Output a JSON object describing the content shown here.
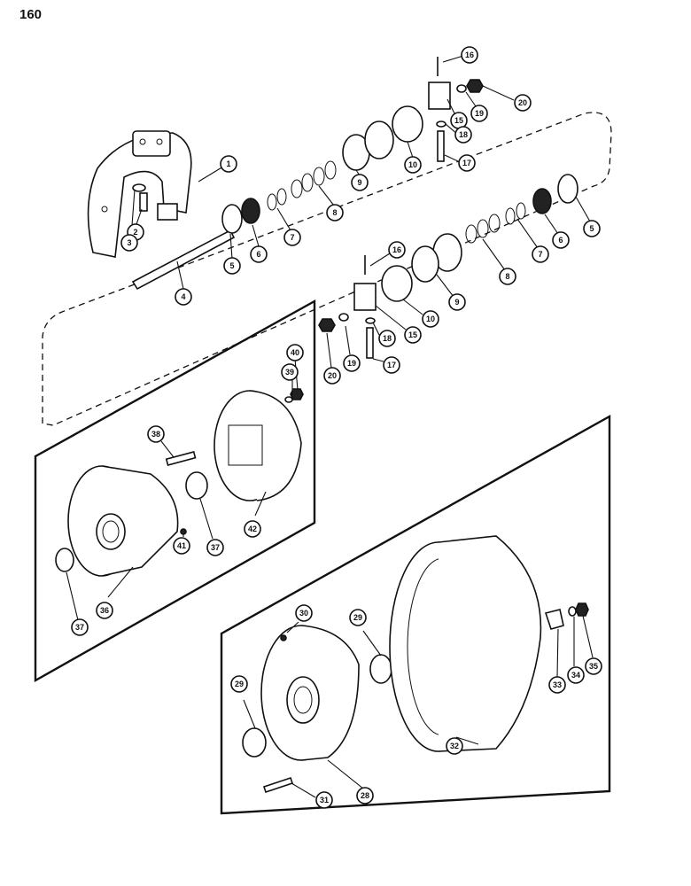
{
  "page": {
    "number": "160"
  },
  "callouts": [
    "1",
    "2",
    "3",
    "4",
    "5",
    "6",
    "7",
    "8",
    "9",
    "10",
    "15",
    "16",
    "17",
    "18",
    "19",
    "20",
    "5",
    "6",
    "7",
    "8",
    "9",
    "10",
    "15",
    "16",
    "17",
    "18",
    "19",
    "20",
    "28",
    "29",
    "29",
    "30",
    "31",
    "32",
    "33",
    "34",
    "35",
    "36",
    "37",
    "37",
    "38",
    "39",
    "40",
    "41",
    "42"
  ]
}
